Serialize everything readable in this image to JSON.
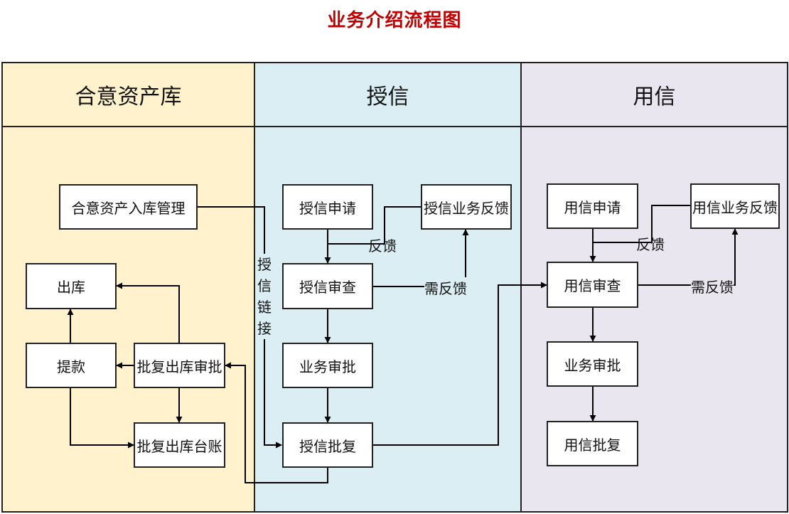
{
  "title": "业务介绍流程图",
  "lanes": {
    "lane1": "合意资产库",
    "lane2": "授信",
    "lane3": "用信"
  },
  "nodes": {
    "asset_mgmt": "合意资产入库管理",
    "outbound": "出库",
    "withdraw": "提款",
    "approve_out": "批复出库审批",
    "ledger": "批复出库台账",
    "credit_apply": "授信申请",
    "credit_feedback": "授信业务反馈",
    "credit_review": "授信审查",
    "biz_approve_1": "业务审批",
    "credit_reply": "授信批复",
    "use_apply": "用信申请",
    "use_feedback": "用信业务反馈",
    "use_review": "用信审查",
    "biz_approve_2": "业务审批",
    "use_reply": "用信批复"
  },
  "edge_labels": {
    "feedback_1": "反馈",
    "need_feedback_1": "需反馈",
    "credit_link": "授信链接",
    "feedback_2": "反馈",
    "need_feedback_2": "需反馈"
  },
  "colors": {
    "title": "#c00000",
    "lane1": "#fff2cc",
    "lane2": "#dbeef3",
    "lane3": "#e9e6ef",
    "line": "#000000"
  }
}
